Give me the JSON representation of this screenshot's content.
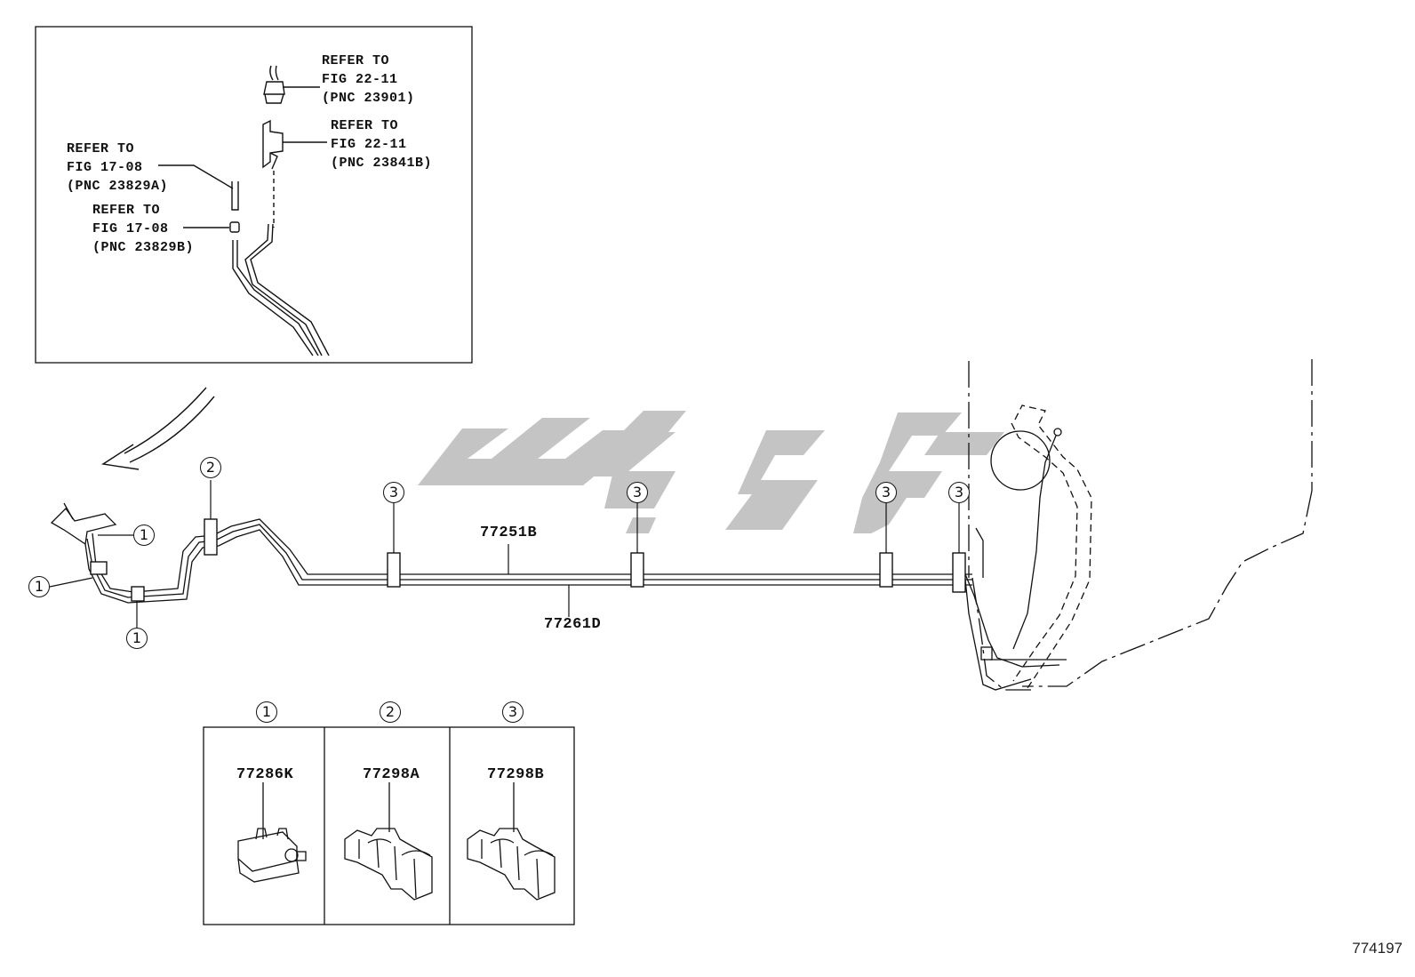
{
  "inset": {
    "ref1": {
      "line1": "REFER TO",
      "line2": "FIG 22-11",
      "line3": "(PNC 23901)"
    },
    "ref2": {
      "line1": "REFER TO",
      "line2": "FIG 22-11",
      "line3": "(PNC 23841B)"
    },
    "ref3": {
      "line1": "REFER TO",
      "line2": "FIG 17-08",
      "line3": "(PNC 23829A)"
    },
    "ref4": {
      "line1": "REFER TO",
      "line2": "FIG 17-08",
      "line3": "(PNC 23829B)"
    }
  },
  "parts": {
    "tube_upper": "77251B",
    "tube_lower": "77261D"
  },
  "callouts": {
    "c1": "1",
    "c2": "2",
    "c3": "3"
  },
  "legend": {
    "columns": [
      {
        "number": "1",
        "part": "77286K"
      },
      {
        "number": "2",
        "part": "77298A"
      },
      {
        "number": "3",
        "part": "77298B"
      }
    ]
  },
  "figure_id": "774197",
  "colors": {
    "line": "#111111",
    "watermark": "#c4c4c4"
  }
}
